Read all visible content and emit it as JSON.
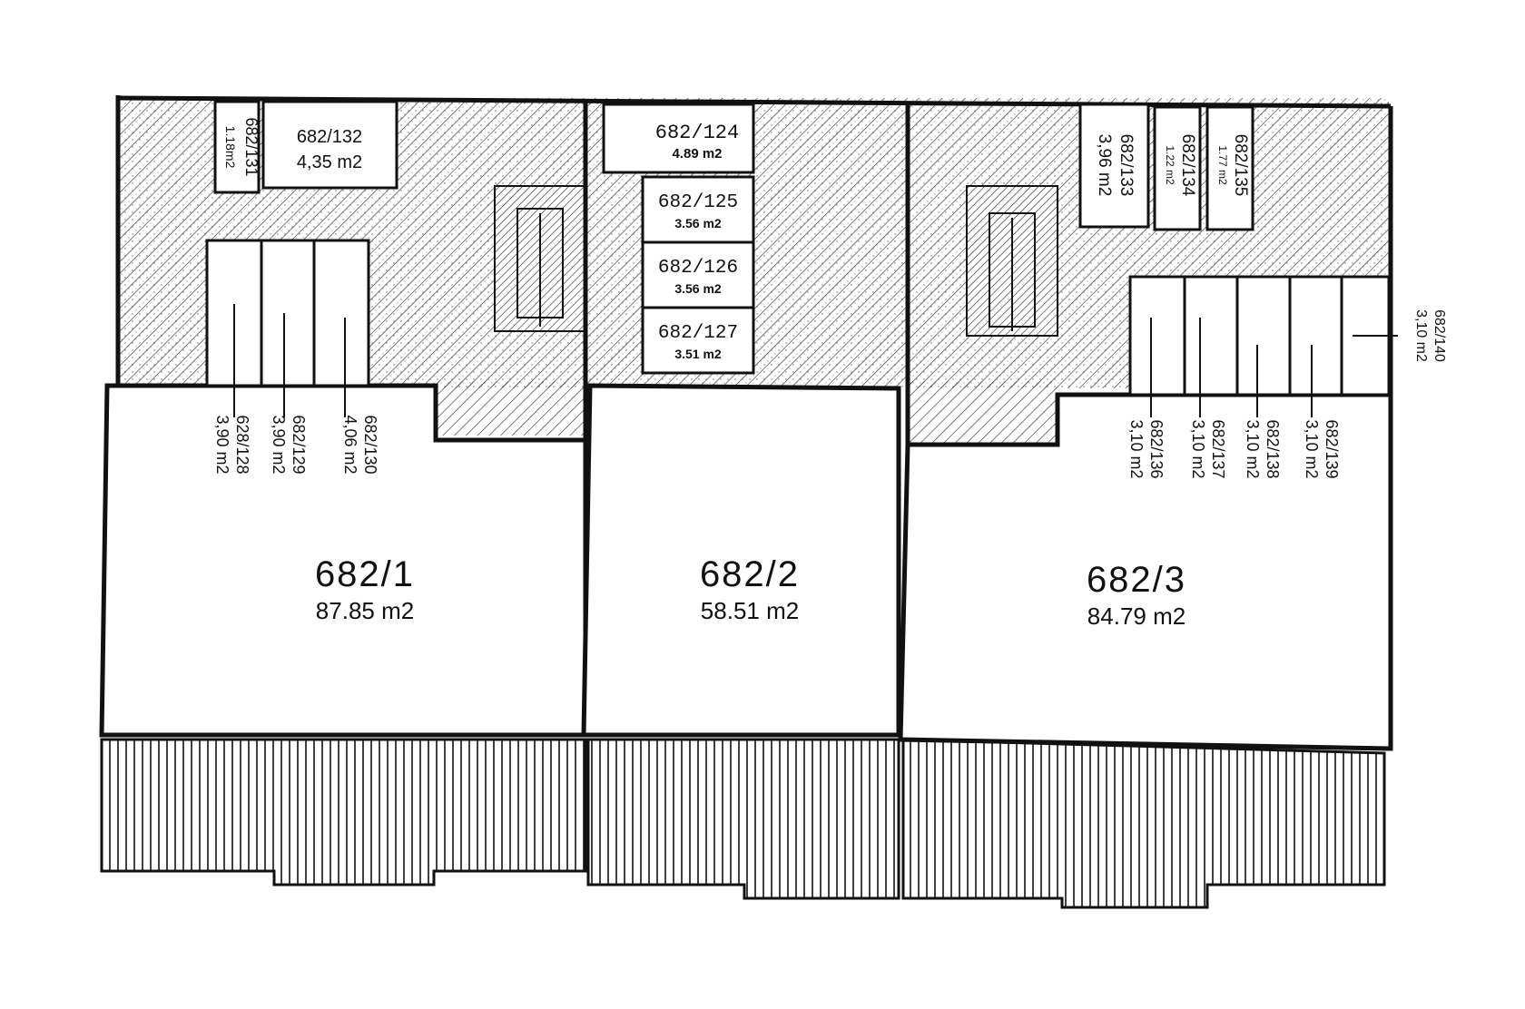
{
  "units": [
    {
      "id": "682/1",
      "area": "87.85  m2"
    },
    {
      "id": "682/2",
      "area": "58.51  m2"
    },
    {
      "id": "682/3",
      "area": "84.79  m2"
    }
  ],
  "rooms": {
    "r124": {
      "id": "682/124",
      "area": "4.89  m2"
    },
    "r125": {
      "id": "682/125",
      "area": "3.56  m2"
    },
    "r126": {
      "id": "682/126",
      "area": "3.56  m2"
    },
    "r127": {
      "id": "682/127",
      "area": "3.51  m2"
    },
    "r128": {
      "id": "628/128",
      "area": "3,90 m2"
    },
    "r129": {
      "id": "682/129",
      "area": "3,90 m2"
    },
    "r130": {
      "id": "682/130",
      "area": "4,06 m2"
    },
    "r131": {
      "id": "682/131",
      "area": "1.18m2"
    },
    "r132": {
      "id": "682/132",
      "area": "4,35 m2"
    },
    "r133": {
      "id": "682/133",
      "area": "3,96 m2"
    },
    "r134": {
      "id": "682/134",
      "area": "1.22 m2"
    },
    "r135": {
      "id": "682/135",
      "area": "1.77 m2"
    },
    "r136": {
      "id": "682/136",
      "area": "3,10 m2"
    },
    "r137": {
      "id": "682/137",
      "area": "3,10 m2"
    },
    "r138": {
      "id": "682/138",
      "area": "3,10 m2"
    },
    "r139": {
      "id": "682/139",
      "area": "3,10 m2"
    },
    "r140": {
      "id": "682/140",
      "area": "3,10 m2"
    }
  }
}
